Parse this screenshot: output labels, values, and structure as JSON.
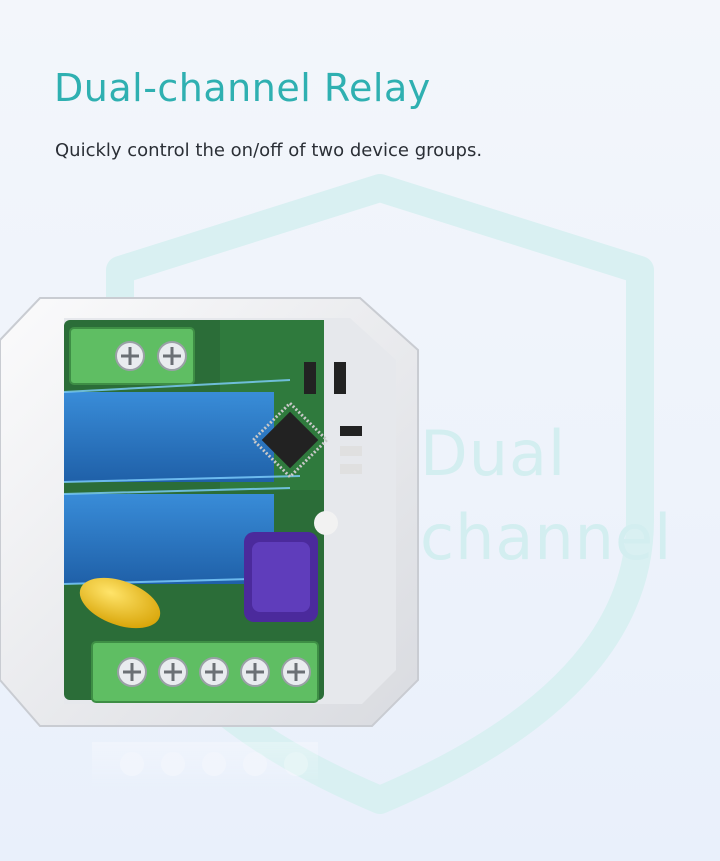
{
  "header": {
    "title": "Dual-channel Relay",
    "subtitle": "Quickly control the on/off of two device groups."
  },
  "watermark": {
    "line1": "Dual",
    "line2": "channel"
  },
  "colors": {
    "accent": "#2fb0b1",
    "watermark": "#d3eef0",
    "shield": "#d6eff1",
    "pcb": "#2b6d38",
    "terminal": "#5fbe63",
    "relay": "#2c7fd6"
  },
  "icons": {
    "shield": "shield-icon",
    "device": "relay-module-image"
  }
}
